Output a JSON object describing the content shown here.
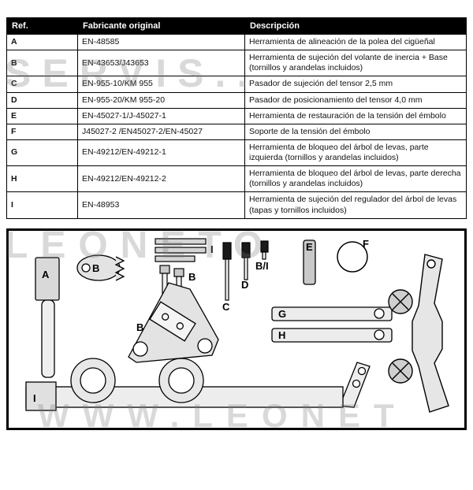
{
  "table": {
    "headers": [
      "Ref.",
      "Fabricante original",
      "Descripción"
    ],
    "rows": [
      {
        "ref": "A",
        "fabricante": "EN-48585",
        "descripcion": "Herramienta de alineación de la polea del cigüeñal"
      },
      {
        "ref": "B",
        "fabricante": "EN-43653/J43653",
        "descripcion": "Herramienta de sujeción del volante de inercia + Base (tornillos y arandelas incluidos)"
      },
      {
        "ref": "C",
        "fabricante": "EN-955-10/KM 955",
        "descripcion": "Pasador de sujeción del tensor 2,5 mm"
      },
      {
        "ref": "D",
        "fabricante": "EN-955-20/KM 955-20",
        "descripcion": "Pasador de posicionamiento del tensor 4,0 mm"
      },
      {
        "ref": "E",
        "fabricante": "EN-45027-1/J-45027-1",
        "descripcion": "Herramienta de restauración de la tensión del émbolo"
      },
      {
        "ref": "F",
        "fabricante": "J45027-2 /EN45027-2/EN-45027",
        "descripcion": "Soporte de la tensión del émbolo"
      },
      {
        "ref": "G",
        "fabricante": "EN-49212/EN-49212-1",
        "descripcion": "Herramienta de bloqueo del árbol de levas, parte izquierda (tornillos y arandelas incluidos)"
      },
      {
        "ref": "H",
        "fabricante": "EN-49212/EN-49212-2",
        "descripcion": "Herramienta de bloqueo del árbol de levas, parte derecha (tornillos y arandelas incluidos)"
      },
      {
        "ref": "I",
        "fabricante": "EN-48953",
        "descripcion": "Herramienta de sujeción del regulador del árbol de levas (tapas y tornillos incluidos)"
      }
    ]
  },
  "diagram": {
    "labels": [
      {
        "text": "A"
      },
      {
        "text": "B"
      },
      {
        "text": "I"
      },
      {
        "text": "B"
      },
      {
        "text": "C"
      },
      {
        "text": "D"
      },
      {
        "text": "B/I"
      },
      {
        "text": "E"
      },
      {
        "text": "F"
      },
      {
        "text": "B"
      },
      {
        "text": "G"
      },
      {
        "text": "H"
      },
      {
        "text": "I"
      }
    ]
  },
  "watermarks": [
    "SERVIS..",
    "LEONETO",
    "WWW.LEONET"
  ],
  "colors": {
    "header_bg": "#000000",
    "header_text": "#ffffff",
    "border": "#000000",
    "tool_fill": "#e3e3e3",
    "pin_dark": "#1a1a1a",
    "watermark": "#c8c8c8"
  }
}
